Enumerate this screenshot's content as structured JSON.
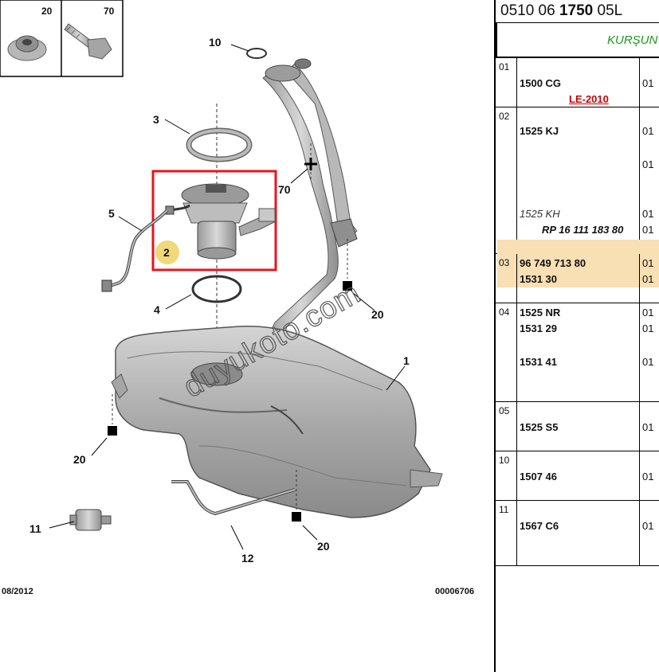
{
  "diagram": {
    "legend_box": {
      "left_label": "20",
      "right_label": "70"
    },
    "callouts": {
      "c1": "1",
      "c2": "2",
      "c3": "3",
      "c4": "4",
      "c5": "5",
      "c10": "10",
      "c11": "11",
      "c12": "12",
      "c20a": "20",
      "c20b": "20",
      "c20c": "20",
      "c70": "70"
    },
    "footer_left": "08/2012",
    "footer_right": "00006706",
    "watermark": "duyukoto.com",
    "colors": {
      "highlight_box": "#e8141b",
      "callout_badge": "#f0d97a"
    }
  },
  "table": {
    "ref": {
      "a": "0510 06",
      "b": "1750",
      "c": "05L"
    },
    "fuel_label": "KURŞUN",
    "groups": [
      {
        "num": "01",
        "lines": [
          {
            "pn": "1500 CG",
            "qty": "01",
            "note": "LE-2010"
          }
        ]
      },
      {
        "num": "02",
        "lines": [
          {
            "pn": "1525 KJ",
            "qty": "01"
          },
          {
            "pn": "",
            "qty": "01"
          },
          {
            "pn": "1525 KH",
            "qty": "01",
            "italic": true
          },
          {
            "pn": "RP 16 111 183 80",
            "qty": "01"
          },
          {
            "pn": "96 749 713 80",
            "qty": "01",
            "highlight": true
          },
          {
            "pn": "1525 NR",
            "qty": "01"
          }
        ]
      },
      {
        "num": "03",
        "lines": [
          {
            "pn": "1531 30",
            "qty": "01"
          }
        ]
      },
      {
        "num": "04",
        "lines": [
          {
            "pn": "1531 29",
            "qty": "01"
          },
          {
            "pn": "1531 41",
            "qty": "01"
          }
        ]
      },
      {
        "num": "05",
        "lines": [
          {
            "pn": "1525 S5",
            "qty": "01"
          }
        ]
      },
      {
        "num": "10",
        "lines": [
          {
            "pn": "1507 46",
            "qty": "01"
          }
        ]
      },
      {
        "num": "11",
        "lines": [
          {
            "pn": "1567 C6",
            "qty": "01"
          }
        ]
      }
    ]
  }
}
